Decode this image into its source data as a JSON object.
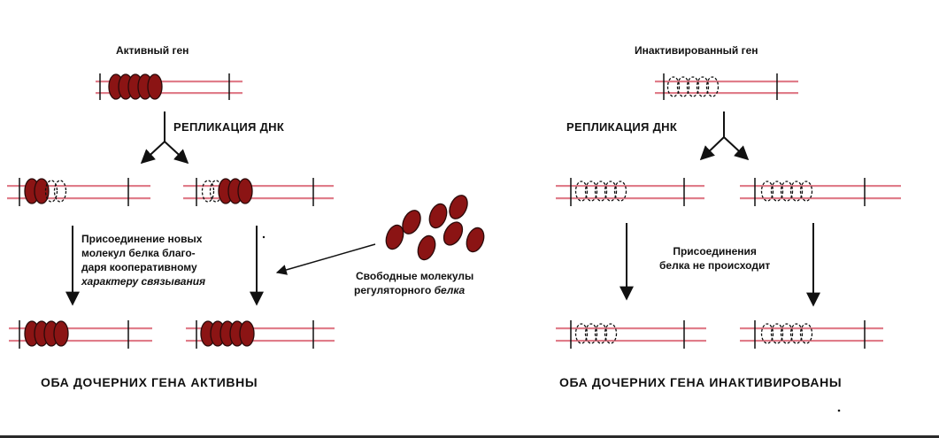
{
  "left": {
    "title": "Активный ген",
    "replication_label": "РЕПЛИКАЦИЯ ДНК",
    "binding_note": {
      "line1": "Присоединение новых",
      "line2": "молекул белка благо-",
      "line3": "даря кооперативному",
      "line4": "характеру связывания"
    },
    "conclusion": "ОБА ДОЧЕРНИХ ГЕНА АКТИВНЫ"
  },
  "center": {
    "free_protein": {
      "line1": "Свободные молекулы",
      "line2_a": "регуляторного ",
      "line2_b": "белка"
    }
  },
  "right": {
    "title": "Инактивированный ген",
    "replication_label": "РЕПЛИКАЦИЯ ДНК",
    "no_binding_note": {
      "line1": "Присоединения",
      "line2": "белка не происходит"
    },
    "conclusion": "ОБА ДОЧЕРНИХ ГЕНА ИНАКТИВИРОВАНЫ"
  },
  "colors": {
    "dna_strand": "#e07d8a",
    "protein_fill": "#8b1414",
    "protein_outline": "#2a0a0a",
    "ink": "#111111"
  }
}
